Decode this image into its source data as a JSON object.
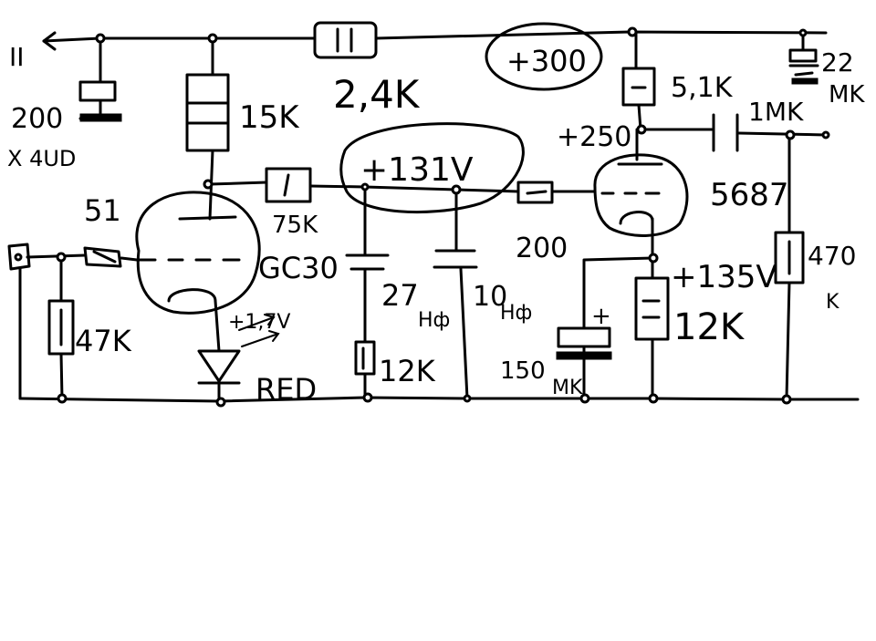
{
  "labels": {
    "output": "II",
    "r_200": "200",
    "x_mult": "X 4UD",
    "tube_v1": "51",
    "r_15k": "15K",
    "r_2_4k": "2,4K",
    "v_supply": "+300",
    "r_5_1k": "5,1K",
    "c_22mk": "22",
    "mk": "MK",
    "c_1mk": "1MK",
    "v_250": "+250",
    "r_75k": "75K",
    "v_131": "+131V",
    "tube_gc30": "GC30",
    "r_47k": "47K",
    "v_1_7": "+1,7V",
    "led": "RED",
    "c_27nf": "27",
    "nf_1": "Нф",
    "c_10nf": "10",
    "nf_2": "Нф",
    "r_12k_lower": "12K",
    "r_200_lower": "200",
    "c_150mk": "150",
    "mk_2": "MK",
    "plus": "+",
    "v_135": "+135V",
    "r_12k_right": "12K",
    "tube_6n": "5687",
    "r_470k": "470",
    "k_suffix": "K"
  }
}
